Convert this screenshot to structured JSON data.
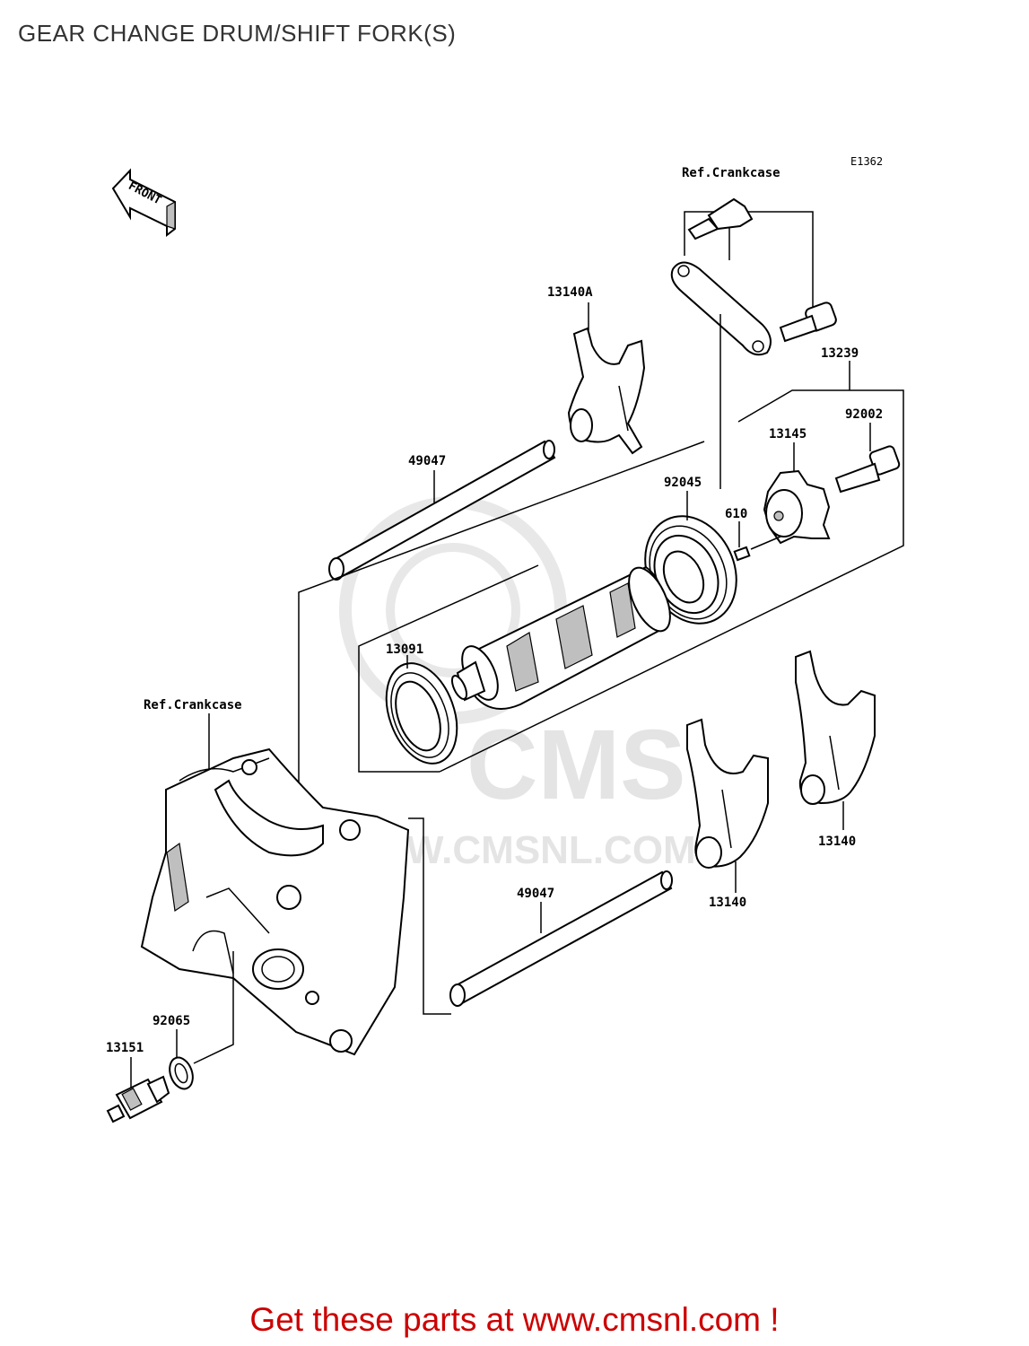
{
  "title": "GEAR CHANGE DRUM/SHIFT FORK(S)",
  "diagram_code": "E1362",
  "front_label": "FRONT",
  "watermark": {
    "logo_text": "CMS",
    "url_text": "WWW.CMSNL.COM"
  },
  "labels": {
    "ref_crankcase_top": "Ref.Crankcase",
    "ref_crankcase_left": "Ref.Crankcase",
    "p13140A": "13140A",
    "p13239": "13239",
    "p92002": "92002",
    "p13145": "13145",
    "p49047_top": "49047",
    "p92045": "92045",
    "p610": "610",
    "p13091": "13091",
    "p13140_right": "13140",
    "p13140_mid": "13140",
    "p49047_bottom": "49047",
    "p92065": "92065",
    "p13151": "13151"
  },
  "footer": "Get these parts at www.cmsnl.com !"
}
